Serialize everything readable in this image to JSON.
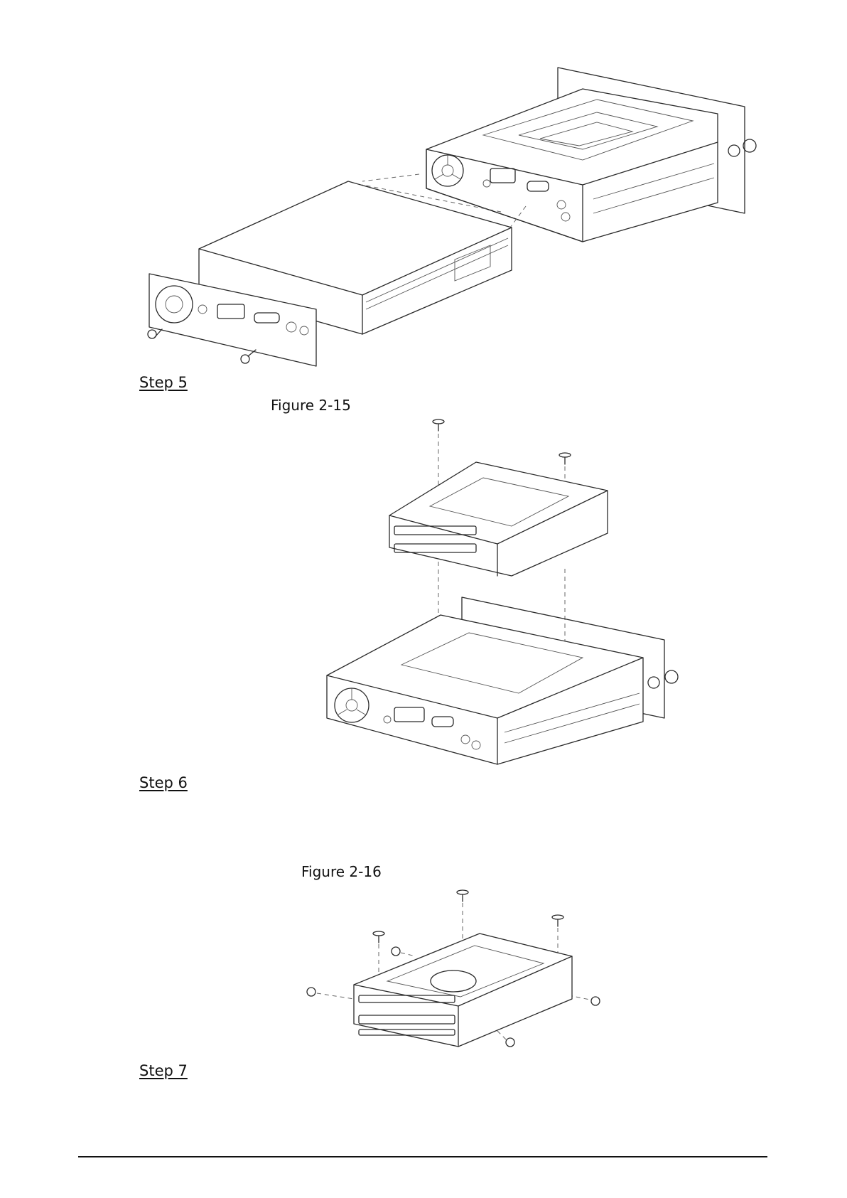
{
  "page": {
    "sections": [
      {
        "step_label": "Step 5",
        "figure_label": "Figure 2-15"
      },
      {
        "step_label": "Step 6",
        "figure_label": "Figure 2-16"
      },
      {
        "step_label": "Step 7"
      }
    ]
  }
}
